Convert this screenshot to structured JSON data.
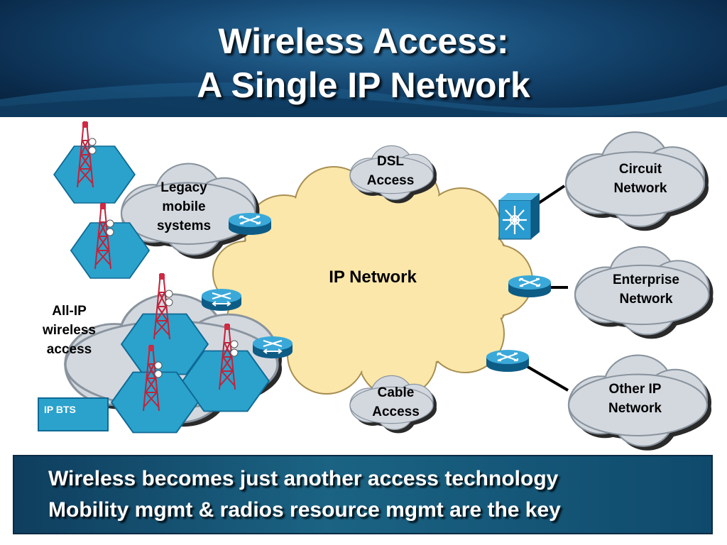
{
  "title": {
    "line1": "Wireless Access:",
    "line2": "A Single IP Network"
  },
  "nodes": {
    "ip_network": "IP Network",
    "dsl_access": [
      "DSL",
      "Access"
    ],
    "cable_access": [
      "Cable",
      "Access"
    ],
    "legacy_mobile": [
      "Legacy",
      "mobile",
      "systems"
    ],
    "all_ip_wireless": [
      "All-IP",
      "wireless",
      "access"
    ],
    "circuit_network": [
      "Circuit",
      "Network"
    ],
    "enterprise_network": [
      "Enterprise",
      "Network"
    ],
    "other_ip_network": [
      "Other IP",
      "Network"
    ],
    "ip_bts": "IP BTS"
  },
  "footer": {
    "line1": "Wireless becomes just another access technology",
    "line2": "Mobility mgmt & radios resource mgmt are the key"
  },
  "colors": {
    "ip_cloud": "#fbe7aa",
    "gray_cloud": "#d3d8df",
    "cell_hex": "#2aa2cc",
    "router": "#1c86b8",
    "footer_bg": "#1b6383"
  }
}
